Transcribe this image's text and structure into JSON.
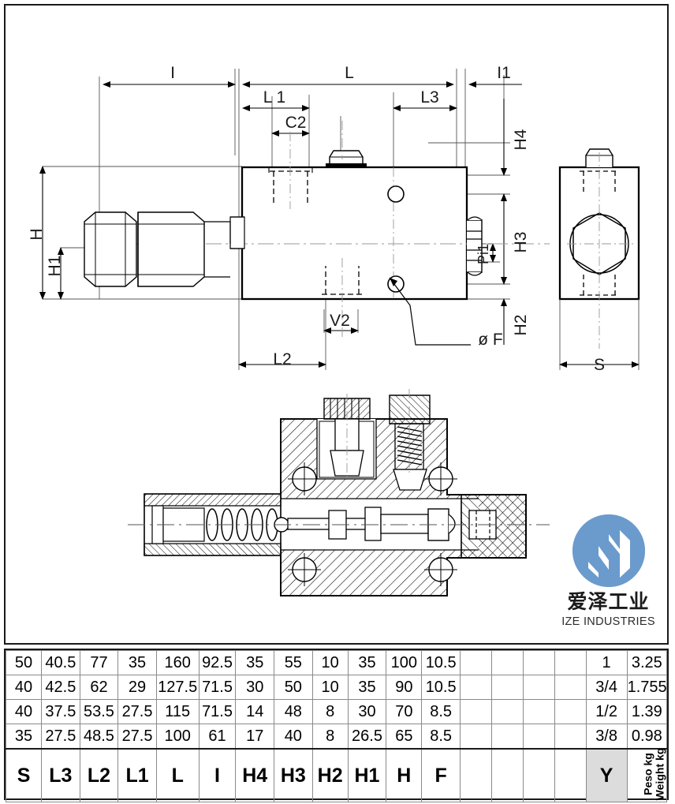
{
  "document": {
    "type": "technical-dimension-drawing",
    "logo": {
      "mark": "ize-circle-logo",
      "chinese_name": "爱泽工业",
      "english_name": "IZE INDUSTRIES",
      "brand_color": "#6b9bcd"
    }
  },
  "drawing": {
    "labels": {
      "I": "I",
      "L": "L",
      "I1": "I1",
      "L1": "L 1",
      "L3": "L3",
      "C2": "C2",
      "H4": "H4",
      "H": "H",
      "H1": "H1",
      "H3": "H3",
      "H2": "H2",
      "Pi1": "Pi1",
      "V2": "V2",
      "L2": "L2",
      "F": "ø F",
      "S": "S"
    },
    "views": [
      {
        "name": "front-elevation-view"
      },
      {
        "name": "side-end-view"
      },
      {
        "name": "cross-section-view"
      }
    ]
  },
  "table": {
    "columns": [
      {
        "key": "S",
        "header": "S",
        "highlight": false
      },
      {
        "key": "L3",
        "header": "L3",
        "highlight": false
      },
      {
        "key": "L2",
        "header": "L2",
        "highlight": false
      },
      {
        "key": "L1",
        "header": "L1",
        "highlight": false
      },
      {
        "key": "L",
        "header": "L",
        "highlight": false
      },
      {
        "key": "I",
        "header": "I",
        "highlight": false
      },
      {
        "key": "H4",
        "header": "H4",
        "highlight": false
      },
      {
        "key": "H3",
        "header": "H3",
        "highlight": false
      },
      {
        "key": "H2",
        "header": "H2",
        "highlight": false
      },
      {
        "key": "H1",
        "header": "H1",
        "highlight": false
      },
      {
        "key": "H",
        "header": "H",
        "highlight": false
      },
      {
        "key": "F",
        "header": "F",
        "highlight": false
      },
      {
        "key": "b1",
        "header": "",
        "highlight": false
      },
      {
        "key": "b2",
        "header": "",
        "highlight": false
      },
      {
        "key": "b3",
        "header": "",
        "highlight": false
      },
      {
        "key": "b4",
        "header": "",
        "highlight": false
      },
      {
        "key": "Y",
        "header": "Y",
        "highlight": true
      },
      {
        "key": "W",
        "header": "Peso kg\nWeight kg",
        "highlight": false,
        "vertical": true
      }
    ],
    "header_weight_line1": "Peso kg",
    "header_weight_line2": "Weight kg",
    "rows": [
      {
        "cells": [
          "50",
          "40.5",
          "77",
          "35",
          "160",
          "92.5",
          "35",
          "55",
          "10",
          "35",
          "100",
          "10.5",
          "",
          "",
          "",
          "",
          "1",
          "3.25"
        ]
      },
      {
        "cells": [
          "40",
          "42.5",
          "62",
          "29",
          "127.5",
          "71.5",
          "30",
          "50",
          "10",
          "35",
          "90",
          "10.5",
          "",
          "",
          "",
          "",
          "3/4",
          "1.755"
        ]
      },
      {
        "cells": [
          "40",
          "37.5",
          "53.5",
          "27.5",
          "115",
          "71.5",
          "14",
          "48",
          "8",
          "30",
          "70",
          "8.5",
          "",
          "",
          "",
          "",
          "1/2",
          "1.39"
        ]
      },
      {
        "cells": [
          "35",
          "27.5",
          "48.5",
          "27.5",
          "100",
          "61",
          "17",
          "40",
          "8",
          "26.5",
          "65",
          "8.5",
          "",
          "",
          "",
          "",
          "3/8",
          "0.98"
        ]
      }
    ]
  }
}
